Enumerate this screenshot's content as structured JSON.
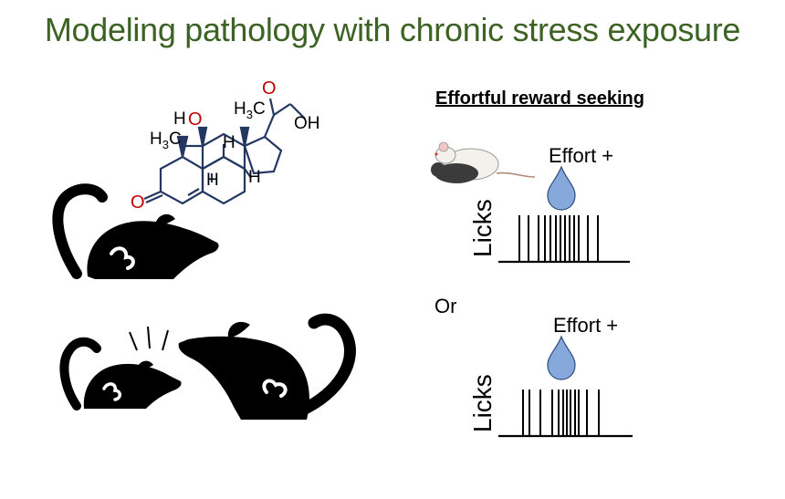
{
  "title": "Modeling pathology with chronic stress exposure",
  "molecule": {
    "labels": {
      "o_top": "O",
      "oh": "OH",
      "h3c_top": "H3C",
      "ho": "HO",
      "h3c_left": "H3C",
      "h_1": "H",
      "h_2": "H",
      "h_3": "H",
      "o_ketone": "O"
    }
  },
  "panel": {
    "heading": "Effortful reward seeking",
    "effort_label_1": "Effort +",
    "effort_label_2": "Effort +",
    "ylabel_1": "Licks",
    "ylabel_2": "Licks",
    "or_text": "Or"
  },
  "colors": {
    "title": "#3d6324",
    "drop": "#87a8db",
    "oxygen": "#c00000",
    "bond": "#243763"
  },
  "icons": {
    "mouse_single": "mouse-silhouette-icon",
    "mouse_pair": "mouse-dominance-icon",
    "mouse_photo": "mouse-drawing-icon",
    "drop": "water-drop-icon"
  }
}
